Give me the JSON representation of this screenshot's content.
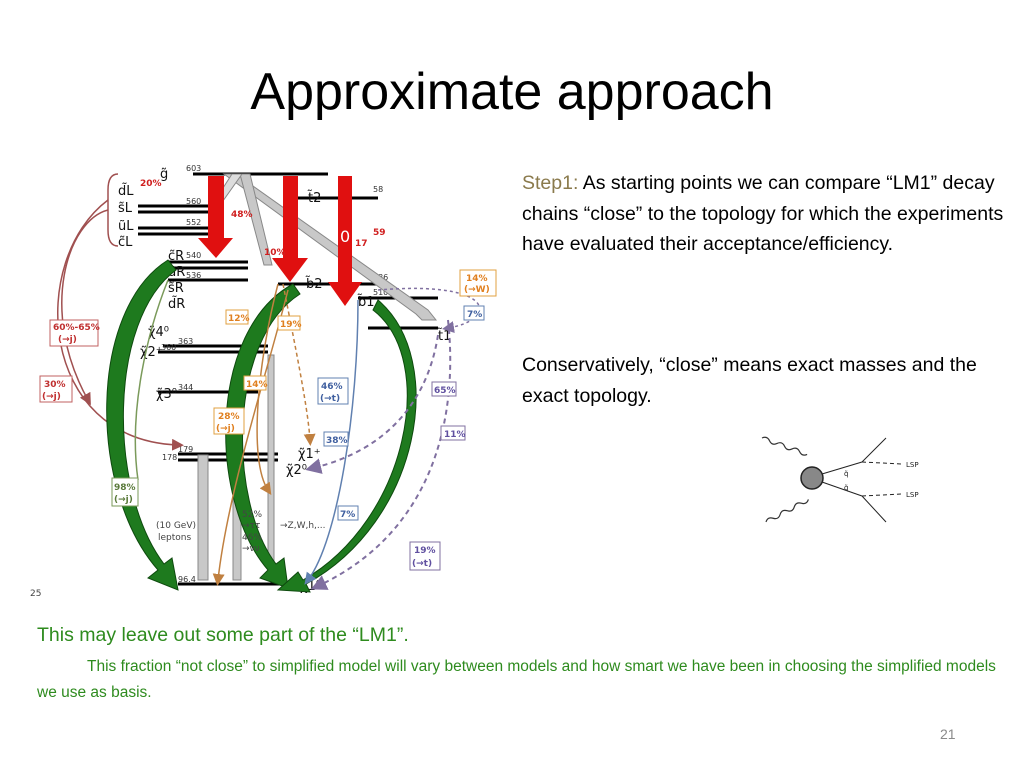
{
  "slide": {
    "title": "Approximate approach",
    "step1_label": "Step1:",
    "step1_text": " As starting points we can compare “LM1” decay chains “close” to the topology for which the experiments have evaluated their acceptance/efficiency.",
    "conservative_text": "Conservatively, “close” means exact masses and the exact topology.",
    "leave_out_text": "This may leave out some part of the “LM1”.",
    "fraction_text": "This fraction “not close” to simplified model will vary between models and how smart we have been in choosing the simplified models we use as basis.",
    "slide_number": "21"
  },
  "diagram": {
    "mass_labels": [
      "603",
      "560",
      "552",
      "540",
      "536",
      "363",
      "360",
      "344",
      "179",
      "178",
      "96.4",
      "58",
      "536",
      "510"
    ],
    "particle_labels": [
      "g̃",
      "d̃L",
      "s̃L",
      "ũL",
      "c̃L",
      "c̃R",
      "ũR",
      "s̃R",
      "d̃R",
      "t̃2",
      "b̃2",
      "b̃1",
      "t̃1",
      "χ̃4⁰",
      "χ̃2⁺",
      "χ̃3⁰",
      "χ̃1⁺",
      "χ̃2⁰",
      "χ̃1⁰"
    ],
    "percentages": [
      "20%",
      "48%",
      "10%",
      "17",
      "59",
      "14%",
      "(→W)",
      "7%",
      "12%",
      "19%",
      "60%-65%",
      "(→j)",
      "30%",
      "(→j)",
      "14%",
      "46%",
      "(→t)",
      "65%",
      "28%",
      "(→j)",
      "38%",
      "11%",
      "98%",
      "(→j)",
      "52%",
      "→ττ",
      "46%",
      "→νν",
      "→Z,W,h,...",
      "7%",
      "19%",
      "(→t)",
      "(10 GeV)",
      "leptons",
      "25",
      "0"
    ]
  },
  "feynman": {
    "labels": [
      "LSP",
      "LSP",
      "q̃",
      "q̃"
    ]
  },
  "colors": {
    "step_label": "#8a7a4c",
    "green_text": "#2e8b1e",
    "red_arrow": "#e01010",
    "green_arrow": "#1e7a1e"
  }
}
